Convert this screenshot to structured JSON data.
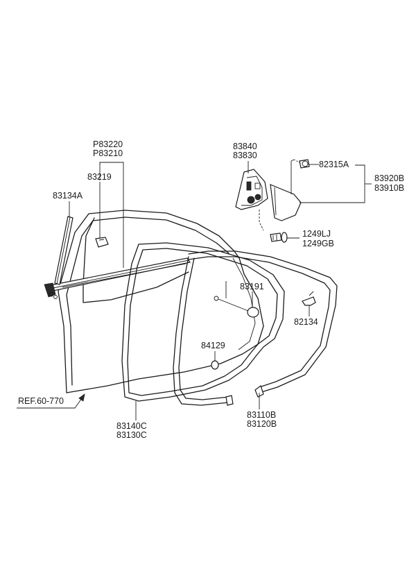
{
  "labels": {
    "p83220": "P83220",
    "p83210": "P83210",
    "l83219": "83219",
    "l83134a": "83134A",
    "l83840": "83840",
    "l83830": "83830",
    "l82315a": "82315A",
    "l83920b": "83920B",
    "l83910b": "83910B",
    "l1249lj": "1249LJ",
    "l1249gb": "1249GB",
    "l83191": "83191",
    "l82134": "82134",
    "l84129": "84129",
    "ref": "REF.60-770",
    "l83140c": "83140C",
    "l83130c": "83130C",
    "l83110b": "83110B",
    "l83120b": "83120B"
  }
}
